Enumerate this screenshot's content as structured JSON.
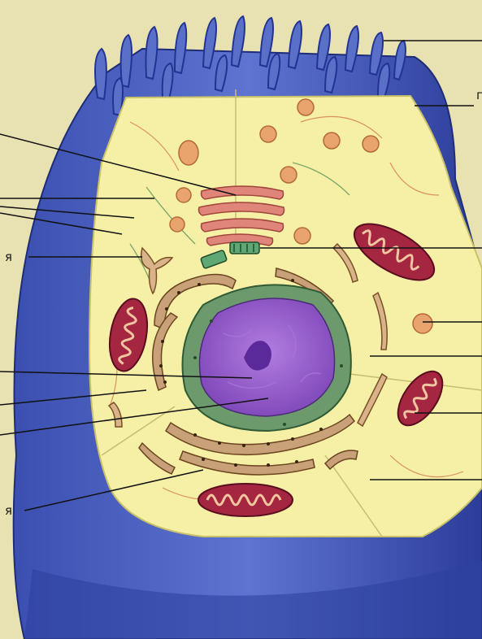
{
  "diagram": {
    "type": "animal-cell-cross-section",
    "colors": {
      "background": "#e8e2b2",
      "membrane": "#4f64c2",
      "membrane_dark": "#26378f",
      "cytoplasm": "#f6f0a6",
      "nucleus": "#9d63cf",
      "nucleolus": "#5b2a9a",
      "nuclear_envelope": "#6d9a6c",
      "mitochondria": "#a52641",
      "golgi": "#e0857a",
      "rough_er": "#c9a178",
      "vesicle": "#e8a46c"
    },
    "labels": {
      "left_upper": "я",
      "left_lower": "я",
      "right_top": "г"
    }
  }
}
